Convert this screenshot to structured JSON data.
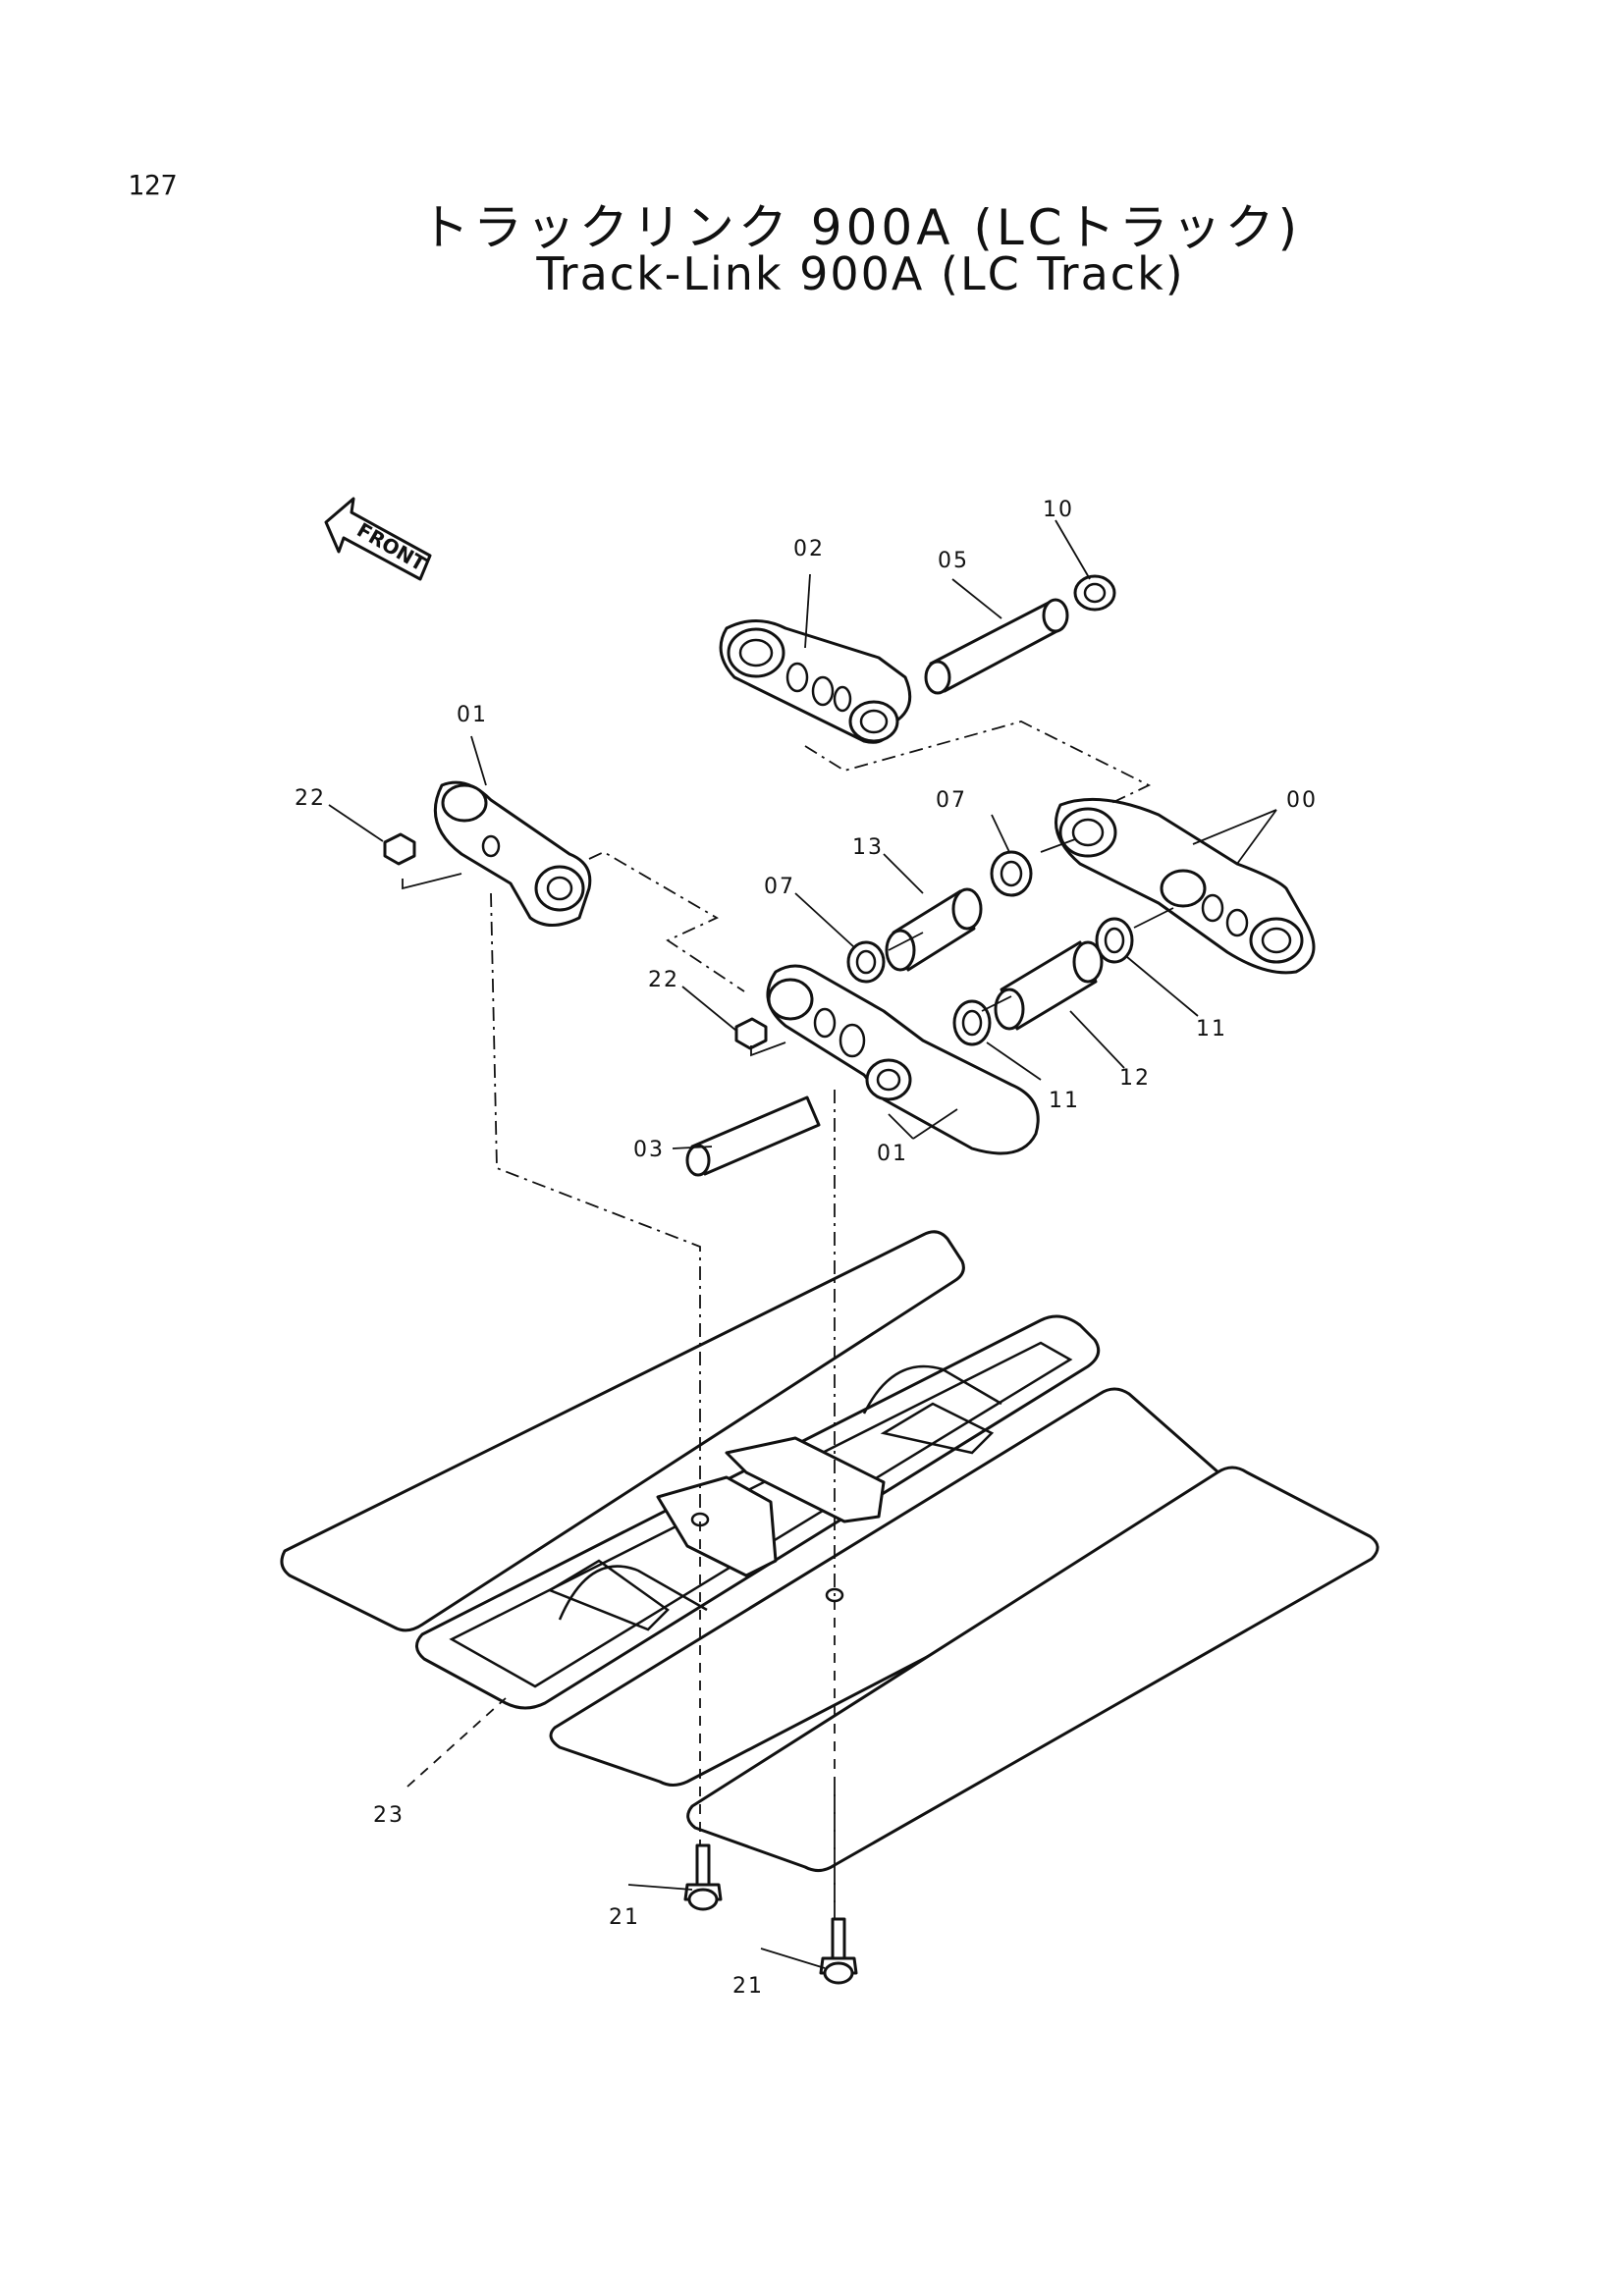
{
  "page_number": "127",
  "title_jp": "トラックリンク 900A (LCトラック)",
  "title_en": "Track-Link 900A (LC Track)",
  "front_label": "FRONT",
  "callouts": {
    "c10": "10",
    "c02": "02",
    "c05": "05",
    "c01a": "01",
    "c22a": "22",
    "c07a": "07",
    "c00": "00",
    "c13": "13",
    "c07b": "07",
    "c22b": "22",
    "c11a": "11",
    "c12": "12",
    "c11b": "11",
    "c03": "03",
    "c01b": "01",
    "c23": "23",
    "c21a": "21",
    "c21b": "21"
  }
}
